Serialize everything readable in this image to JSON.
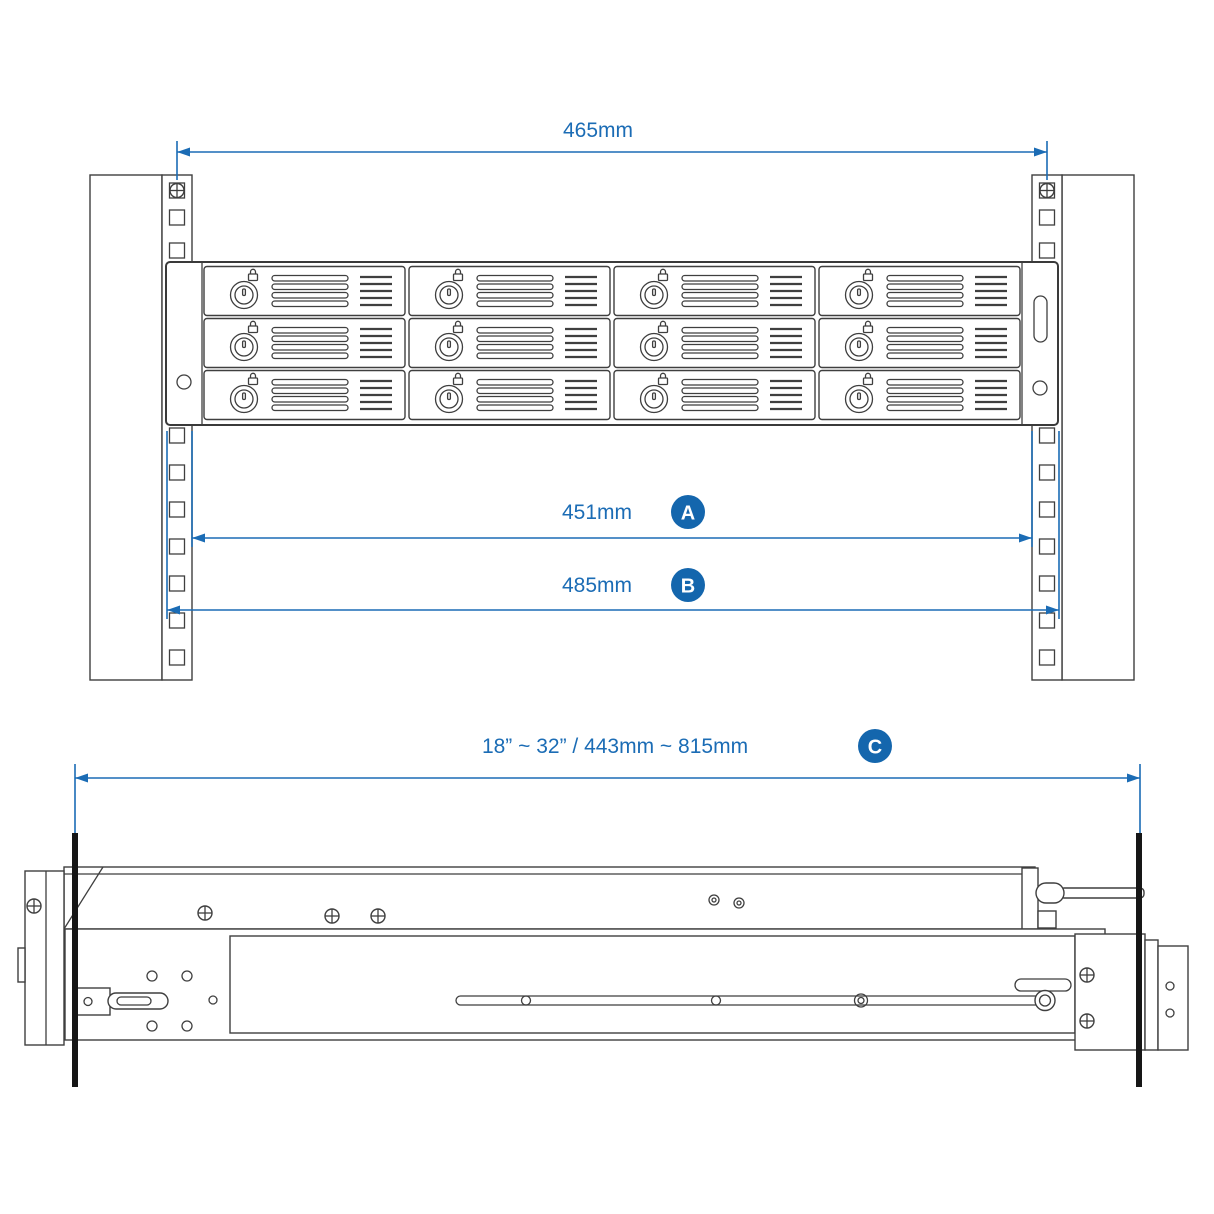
{
  "title": "Rack rail mounting dimensions diagram",
  "colors": {
    "dimension_blue": "#1b6cb5",
    "badge_blue": "#1466ad",
    "line_gray": "#3f3f3f",
    "post_black": "#161616"
  },
  "dimensions": {
    "top_width": {
      "value": "465mm"
    },
    "inner_width": {
      "value": "451mm",
      "badge": "A"
    },
    "outer_width": {
      "value": "485mm",
      "badge": "B"
    },
    "rail_depth": {
      "value": "18” ~ 32”  /  443mm ~ 815mm",
      "badge": "C"
    }
  }
}
